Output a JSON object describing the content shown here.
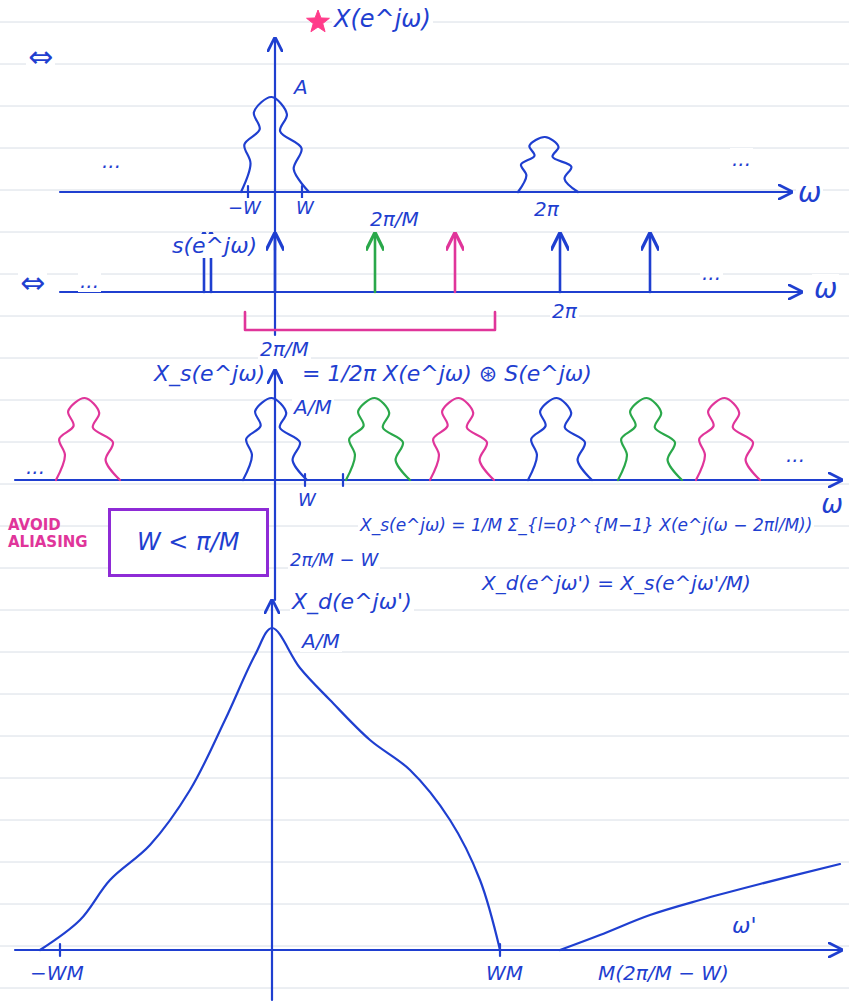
{
  "diagram": {
    "nodes": [
      {
        "text": [
          "AVOID ALIASING",
          "W < π/M"
        ]
      }
    ],
    "labels": [
      "X(e^jω)",
      "⇔",
      "A",
      "...",
      "...",
      "ω",
      "−W",
      "W",
      "2π",
      "s(e^jω)",
      "2π/M",
      "⇔",
      "...",
      "...",
      "ω",
      "2π",
      "2π/M",
      "X_s(e^jω)",
      "= 1/2π X(e^jω) ⊛ S(e^jω)",
      "A/M",
      "...",
      "...",
      "ω",
      "W",
      "2π/M − W",
      "X_s(e^jω) = 1/M Σ_{l=0}^{M−1} X(e^j(ω − 2πl/M))",
      "X_d(e^jω') = X_s(e^jω'/M)",
      "X_d(e^jω')",
      "A/M",
      "ω'",
      "−WM",
      "WM",
      "M(2π/M − W)"
    ]
  }
}
